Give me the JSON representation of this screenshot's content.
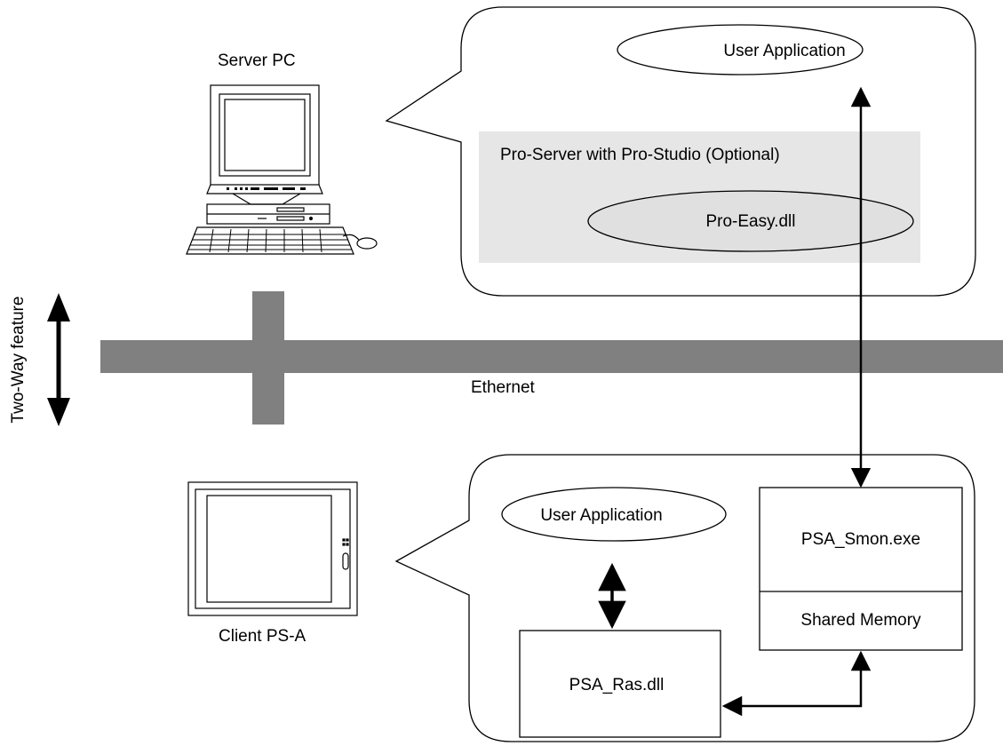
{
  "server": {
    "label": "Server PC",
    "user_app": "User Application",
    "pro_server": "Pro-Server with Pro-Studio (Optional)",
    "dll": "Pro-Easy.dll"
  },
  "network": {
    "ethernet": "Ethernet",
    "two_way": "Two-Way feature"
  },
  "client": {
    "label": "Client PS-A",
    "user_app": "User Application",
    "smon": "PSA_Smon.exe",
    "shared_memory": "Shared Memory",
    "ras_dll": "PSA_Ras.dll"
  },
  "colors": {
    "ethernet_bar": "#808080",
    "pro_server_bg": "#e6e6e6",
    "line": "#000000"
  }
}
